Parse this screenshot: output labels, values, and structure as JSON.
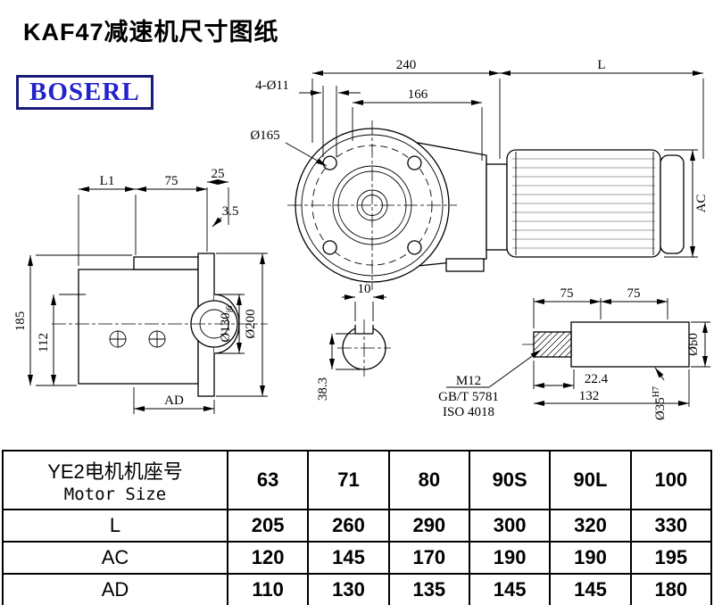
{
  "title": "KAF47减速机尺寸图纸",
  "logo_text": "BOSERL",
  "dims": {
    "top_240": "240",
    "top_L": "L",
    "holes": "4-Ø11",
    "top_166": "166",
    "flange_bc": "Ø165",
    "ac": "AC",
    "l1": "L1",
    "left_75": "75",
    "left_25": "25",
    "left_3_5": "3.5",
    "left_185": "185",
    "left_112": "112",
    "o130": "Ø130",
    "o130_tol": "j6",
    "o200": "Ø200",
    "ad": "AD",
    "key_10": "10",
    "key_38_3": "38.3",
    "shaft_75a": "75",
    "shaft_75b": "75",
    "m12": "M12",
    "gbt": "GB/T 5781",
    "iso": "ISO 4018",
    "shaft_22_4": "22.4",
    "shaft_132": "132",
    "o50": "Ø50",
    "o35": "Ø35",
    "o35_tol": "H7"
  },
  "table": {
    "header": {
      "cn": "YE2电机机座号",
      "en": "Motor Size"
    },
    "sizes": [
      "63",
      "71",
      "80",
      "90S",
      "90L",
      "100"
    ],
    "rows": [
      {
        "label": "L",
        "values": [
          "205",
          "260",
          "290",
          "300",
          "320",
          "330"
        ]
      },
      {
        "label": "AC",
        "values": [
          "120",
          "145",
          "170",
          "190",
          "190",
          "195"
        ]
      },
      {
        "label": "AD",
        "values": [
          "110",
          "130",
          "135",
          "145",
          "145",
          "180"
        ]
      }
    ]
  }
}
